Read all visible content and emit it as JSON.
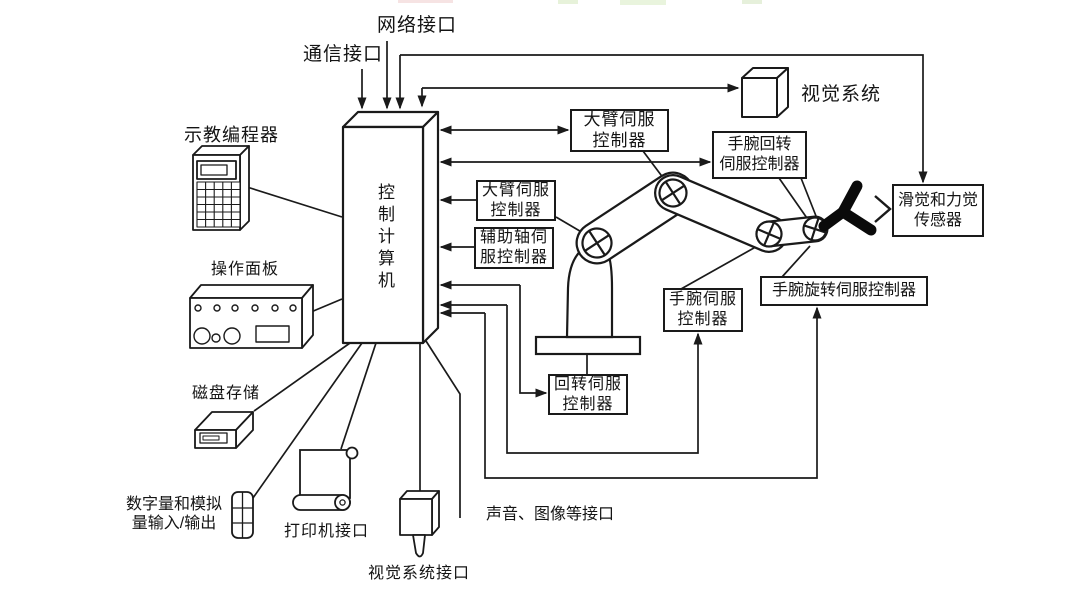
{
  "diagram_type": "robot-control-system-block-diagram",
  "labels": {
    "network_interface": "网络接口",
    "comm_interface": "通信接口",
    "teach_programmer": "示教编程器",
    "control_computer": "控制计算机",
    "arm_servo_top": "大臂伺服\n控制器",
    "arm_servo_left": "大臂伺服\n控制器",
    "aux_axis_servo": "辅助轴伺\n服控制器",
    "wrist_swivel_servo": "手腕回转\n伺服控制器",
    "vision_system": "视觉系统",
    "slip_force_sensor": "滑觉和力觉\n传感器",
    "wrist_servo": "手腕伺服\n控制器",
    "wrist_rotation_servo": "手腕旋转伺服控制器",
    "rotary_servo": "回转伺服\n控制器",
    "operation_panel": "操作面板",
    "disk_storage": "磁盘存储",
    "digital_analog_io": "数字量和模拟\n量输入/输出",
    "printer_interface": "打印机接口",
    "vision_interface": "视觉系统接口",
    "audio_image_interface": "声音、图像等接口"
  },
  "colors": {
    "line": "#1a1a1a",
    "background": "#ffffff",
    "gripper": "#0a0a0a",
    "box_fill": "#ffffff"
  },
  "icons": [
    "teach-pendant-icon",
    "operation-panel-icon",
    "disk-storage-icon",
    "digital-io-icon",
    "printer-scroll-icon",
    "vision-camera-icon",
    "vision-cube-icon",
    "control-computer-box",
    "robot-arm-icon",
    "gripper-icon",
    "chevron-right-icon"
  ]
}
